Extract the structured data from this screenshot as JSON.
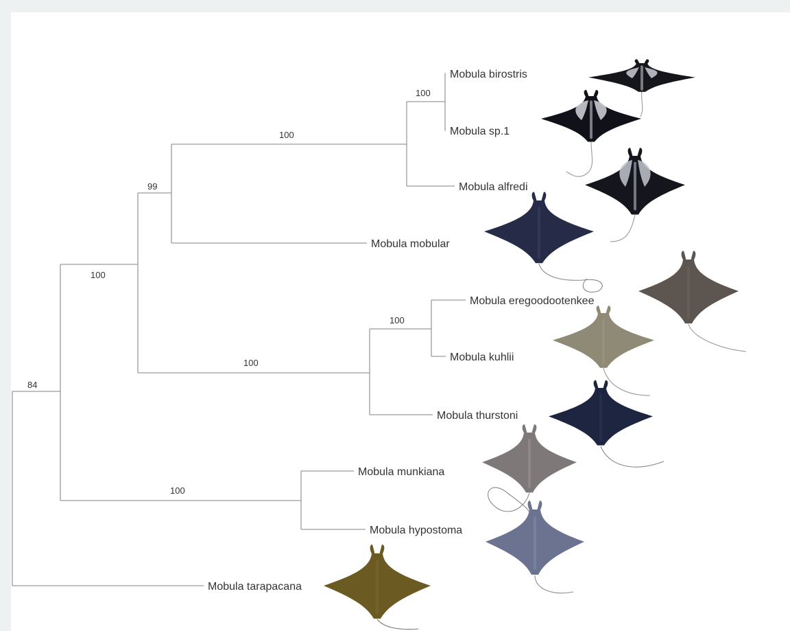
{
  "colors": {
    "page_background": "#eef1f2",
    "panel_background": "#ffffff",
    "branch_line": "#9a9a9a",
    "text": "#333333"
  },
  "tree": {
    "taxa": [
      {
        "id": "birostris",
        "label": "Mobula birostris",
        "color": "#15161c",
        "belly": "#c9cdd6"
      },
      {
        "id": "sp1",
        "label": "Mobula sp.1",
        "color": "#111219",
        "belly": "#d4d6dc"
      },
      {
        "id": "alfredi",
        "label": "Mobula alfredi",
        "color": "#15161d",
        "belly": "#c3c6cf"
      },
      {
        "id": "mobular",
        "label": "Mobula mobular",
        "color": "#262c48",
        "belly": "#3a4160"
      },
      {
        "id": "eregoodootenkee",
        "label": "Mobula eregoodootenkee",
        "color": "#5d5650",
        "belly": "#6b645e"
      },
      {
        "id": "kuhlii",
        "label": "Mobula kuhlii",
        "color": "#8f8a76",
        "belly": "#9d9884"
      },
      {
        "id": "thurstoni",
        "label": "Mobula thurstoni",
        "color": "#1e2540",
        "belly": "#2c3454"
      },
      {
        "id": "munkiana",
        "label": "Mobula munkiana",
        "color": "#7f7879",
        "belly": "#9a9394"
      },
      {
        "id": "hypostoma",
        "label": "Mobula hypostoma",
        "color": "#6b7390",
        "belly": "#8088a6"
      },
      {
        "id": "tarapacana",
        "label": "Mobula tarapacana",
        "color": "#6b5a22",
        "belly": "#7d6a2c"
      }
    ],
    "support_values": [
      {
        "node": "root",
        "value": "84"
      },
      {
        "node": "mobula_excl_tarapacana",
        "value": "100"
      },
      {
        "node": "munkiana_hypostoma",
        "value": "100"
      },
      {
        "node": "mantas_mobular_kuhlii",
        "value": "99"
      },
      {
        "node": "mantas",
        "value": "100"
      },
      {
        "node": "birostris_sp1",
        "value": "100"
      },
      {
        "node": "kuhlii_group",
        "value": "100"
      },
      {
        "node": "eregoodootenkee_kuhlii",
        "value": "100"
      }
    ]
  }
}
